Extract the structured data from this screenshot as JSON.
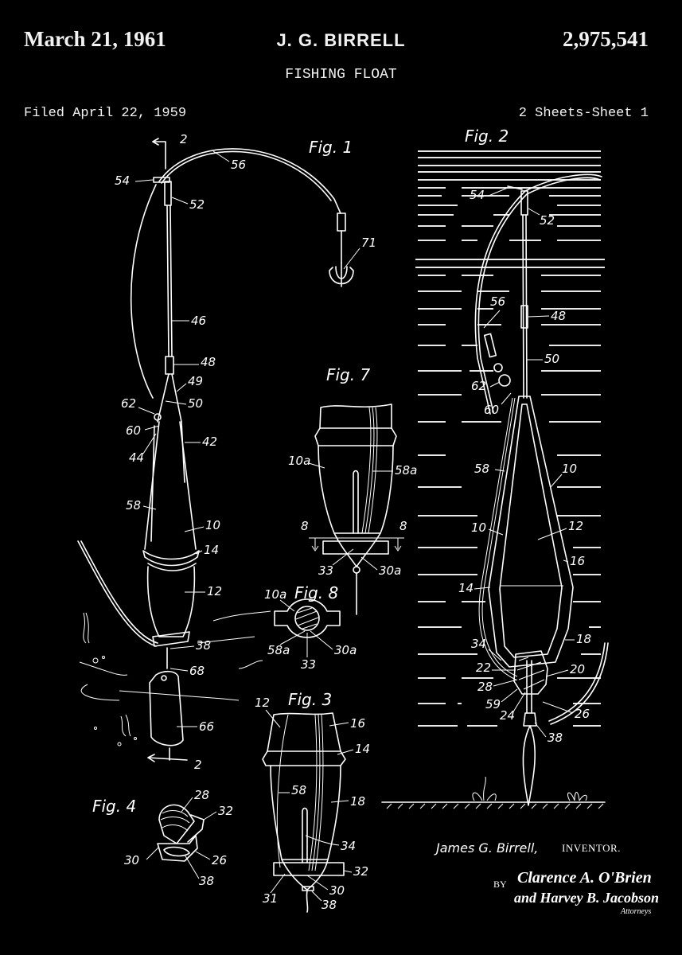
{
  "header": {
    "date": "March 21, 1961",
    "inventor": "J. G. BIRRELL",
    "patent_number": "2,975,541",
    "title": "FISHING FLOAT",
    "filed": "Filed April 22, 1959",
    "sheets": "2 Sheets-Sheet 1"
  },
  "figures": {
    "fig1": {
      "label": "Fig. 1",
      "section_marker": "2",
      "refs": [
        "2",
        "56",
        "54",
        "52",
        "71",
        "46",
        "48",
        "49",
        "50",
        "62",
        "60",
        "44",
        "42",
        "58",
        "10",
        "14",
        "12",
        "38",
        "68",
        "66",
        "2"
      ]
    },
    "fig2": {
      "label": "Fig. 2",
      "refs": [
        "54",
        "52",
        "56",
        "48",
        "50",
        "62",
        "60",
        "58",
        "10",
        "10",
        "12",
        "16",
        "14",
        "18",
        "34",
        "22",
        "20",
        "28",
        "59",
        "24",
        "26",
        "38"
      ]
    },
    "fig3": {
      "label": "Fig. 3",
      "refs": [
        "12",
        "16",
        "14",
        "58",
        "18",
        "34",
        "32",
        "31",
        "30",
        "38"
      ]
    },
    "fig4": {
      "label": "Fig. 4",
      "refs": [
        "28",
        "32",
        "30",
        "26",
        "38"
      ]
    },
    "fig7": {
      "label": "Fig. 7",
      "refs": [
        "10a",
        "58a",
        "8",
        "8",
        "33",
        "30a"
      ]
    },
    "fig8": {
      "label": "Fig. 8",
      "refs": [
        "10a",
        "58a",
        "33",
        "30a"
      ]
    }
  },
  "signature": {
    "inventor_name": "James G. Birrell,",
    "inventor_role": "INVENTOR.",
    "by": "BY",
    "attorney_1": "Clarence A. O'Brien",
    "attorney_2": "and Harvey B. Jacobson",
    "attorneys_label": "Attorneys"
  },
  "colors": {
    "background": "#000000",
    "ink": "#ffffff"
  }
}
